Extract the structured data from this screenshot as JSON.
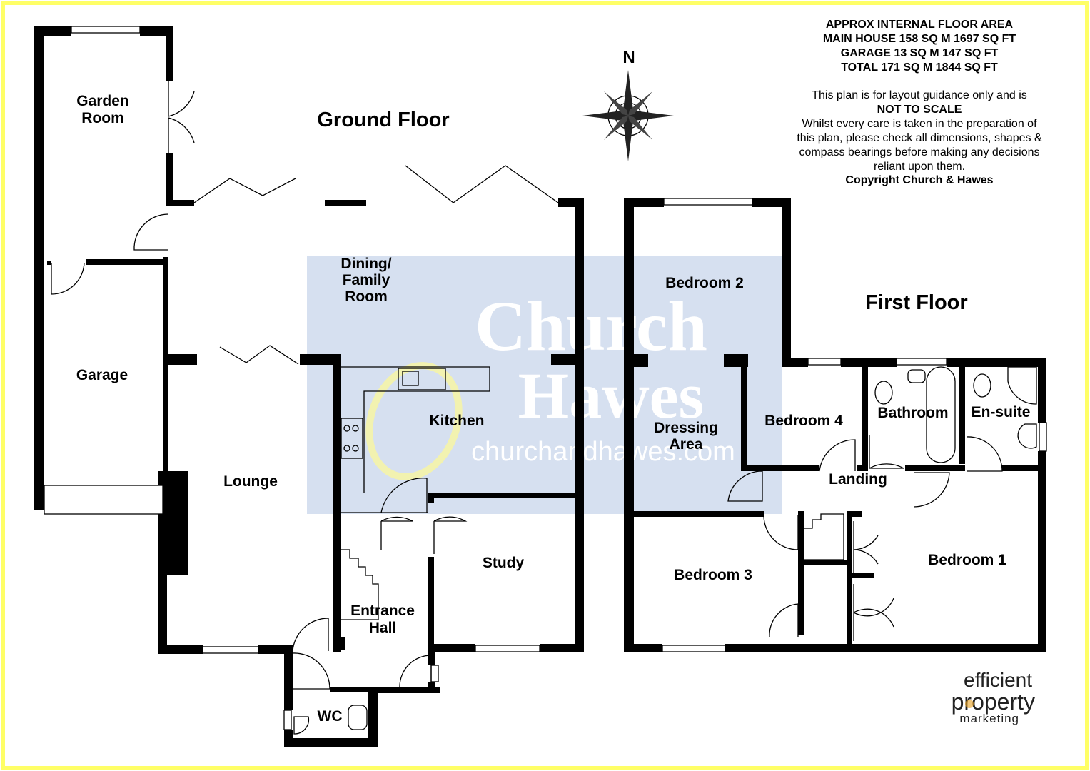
{
  "colors": {
    "border": "#ffff66",
    "watermark_box": "#d6e0f0",
    "watermark_text": "#ffffff",
    "watermark_swoosh": "#f2f2b0",
    "walls": "#000000",
    "logo_dot": "#e8a020"
  },
  "floors": {
    "ground": "Ground Floor",
    "first": "First Floor"
  },
  "rooms": {
    "garden_room_1": "Garden",
    "garden_room_2": "Room",
    "garage": "Garage",
    "dining_1": "Dining/",
    "dining_2": "Family",
    "dining_3": "Room",
    "kitchen": "Kitchen",
    "lounge": "Lounge",
    "study": "Study",
    "entrance_1": "Entrance",
    "entrance_2": "Hall",
    "wc": "WC",
    "bedroom1": "Bedroom 1",
    "bedroom2": "Bedroom 2",
    "bedroom3": "Bedroom 3",
    "bedroom4": "Bedroom 4",
    "bathroom": "Bathroom",
    "ensuite": "En-suite",
    "landing": "Landing",
    "dressing_1": "Dressing",
    "dressing_2": "Area"
  },
  "compass": {
    "north": "N"
  },
  "area_info": {
    "title": "APPROX INTERNAL FLOOR AREA",
    "main_house": "MAIN HOUSE 158 SQ M 1697 SQ FT",
    "garage": "GARAGE 13 SQ M 147 SQ FT",
    "total": "TOTAL 171 SQ M 1844 SQ FT"
  },
  "disclaimer": {
    "line1": "This plan is for layout guidance only and is",
    "line2": "NOT TO SCALE",
    "line3": "Whilst every care is taken in the preparation of",
    "line4": "this plan, please check all dimensions, shapes &",
    "line5": "compass bearings before making any decisions",
    "line6": "reliant upon them.",
    "copyright": "Copyright Church & Hawes"
  },
  "watermark": {
    "line1": "Church",
    "line2": "Hawes",
    "url": "churchandhawes.com"
  },
  "logo": {
    "line1": "efficient",
    "line2": "property",
    "line3": "marketing"
  }
}
